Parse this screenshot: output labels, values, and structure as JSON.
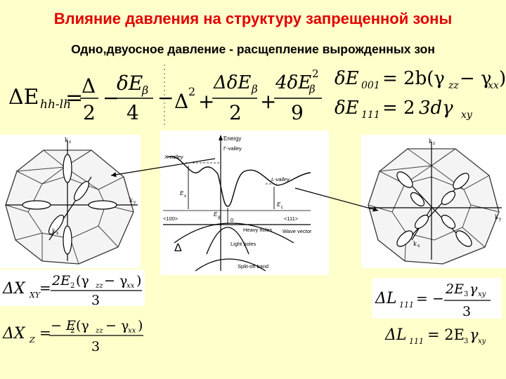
{
  "slide": {
    "title": "Влияние давления на структуру запрещенной зоны",
    "subtitle": "Одно,двуосное давление - расщепление вырожденных зон"
  },
  "formulas": {
    "delta_e_hh_lh": {
      "lhs": "ΔE",
      "lhs_sub": "hh-lh",
      "eq": "=",
      "delta": "Δ",
      "two": "2",
      "minus": "−",
      "de_beta": "δE",
      "beta": "β",
      "four": "4",
      "delta_sq": "Δ",
      "sq": "2",
      "plus": "+",
      "de_beta2": "ΔδE",
      "two2": "2",
      "plus2": "+",
      "four_de": "4δE",
      "beta2": "β",
      "sq2": "2",
      "nine": "9"
    },
    "delta_e_001": {
      "lhs": "δE",
      "sub": "001",
      "rhs": "= 2b(γ",
      "sub_zz": "zz",
      "minus": " − γ",
      "sub_xx": "xx",
      "close": ")"
    },
    "delta_e_111": {
      "lhs": "δE",
      "sub": "111",
      "rhs": "= 2",
      "rhs2": "3dγ",
      "sub_xy": "xy"
    },
    "delta_x_xy": {
      "lhs": "ΔX",
      "sub": "XY",
      "eq": "=",
      "num": "2E",
      "num_sub": "2",
      "num_rest": "(γ",
      "sub_zz": "zz",
      "minus": " − γ",
      "sub_xx": "xx",
      "close": ")",
      "den": "3"
    },
    "delta_x_z": {
      "lhs": "ΔX",
      "sub": "Z",
      "eq": "=",
      "num": "− E",
      "num_sub": "2",
      "num_rest": "(γ",
      "sub_zz": "zz",
      "minus": " − γ",
      "sub_xx": "xx",
      "close": ")",
      "den": "3"
    },
    "delta_l_111_frac": {
      "lhs": "ΔL",
      "sub": "111",
      "eq": "= −",
      "num": "2E",
      "num_sub": "3",
      "num_gamma": "γ",
      "num_gsub": "xy",
      "den": "3"
    },
    "delta_l_111": {
      "lhs": "ΔL",
      "sub": "111",
      "rhs": "= 2E",
      "rhs_sub": "3",
      "gamma": "γ",
      "gsub": "xy"
    }
  },
  "band_diagram": {
    "energy_label": "Energy",
    "x_valley": "X-valley",
    "gamma_valley": "Γ-valley",
    "l_valley": "L-valley",
    "ex": "E",
    "ex_sub": "x",
    "eg": "E",
    "eg_sub": "g",
    "el": "E",
    "el_sub": "L",
    "dir_100": "<100>",
    "dir_111": "<111>",
    "zero": "0",
    "wave_vector": "Wave vector",
    "heavy_holes": "Heavy holes",
    "light_holes": "Light holes",
    "split_off": "Split-off band",
    "delta_symbol": "Δ"
  },
  "brillouin_left": {
    "kz": "k",
    "kz_sub": "z",
    "ky": "k",
    "ky_sub": "y",
    "kx": "k",
    "kx_sub": "x"
  },
  "brillouin_right": {
    "kz": "k",
    "kz_sub": "z",
    "ky": "k",
    "ky_sub": "y",
    "kx": "k",
    "kx_sub": "x"
  }
}
